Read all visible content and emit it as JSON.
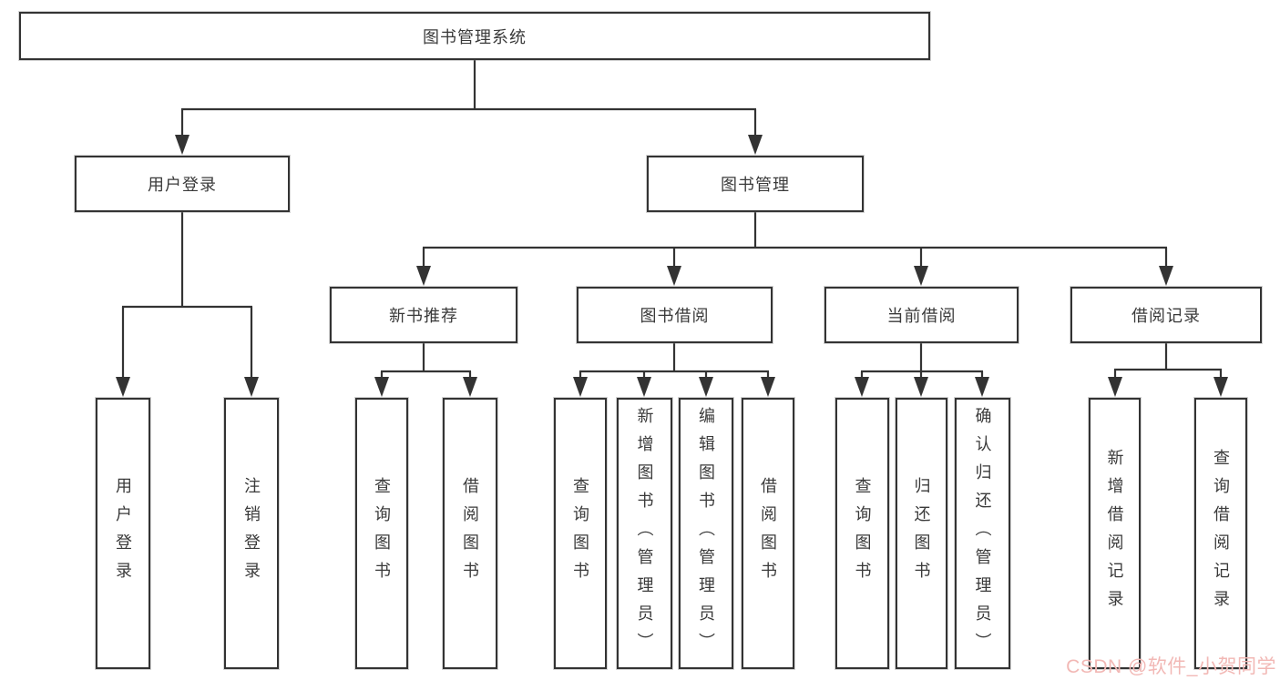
{
  "diagram_title": "图书管理系统",
  "nodes": {
    "root": "图书管理系统",
    "user_login": "用户登录",
    "book_mgmt": "图书管理",
    "new_book": "新书推荐",
    "book_borrow": "图书借阅",
    "current_borrow": "当前借阅",
    "borrow_record": "借阅记录"
  },
  "leaves": {
    "user_login": [
      "用户登录",
      "注销登录"
    ],
    "new_book": [
      "查询图书",
      "借阅图书"
    ],
    "book_borrow": [
      "查询图书",
      "新增图书（管理员）",
      "编辑图书（管理员）",
      "借阅图书"
    ],
    "current_borrow": [
      "查询图书",
      "归还图书",
      "确认归还（管理员）"
    ],
    "borrow_record": [
      "新增借阅记录",
      "查询借阅记录"
    ]
  },
  "watermark": {
    "text": "CSDN @软件_小贺同学",
    "color": "#f2b8b5"
  },
  "colors": {
    "line": "#333333",
    "border": "#333333",
    "text": "#3a3a3a",
    "background": "#ffffff"
  }
}
